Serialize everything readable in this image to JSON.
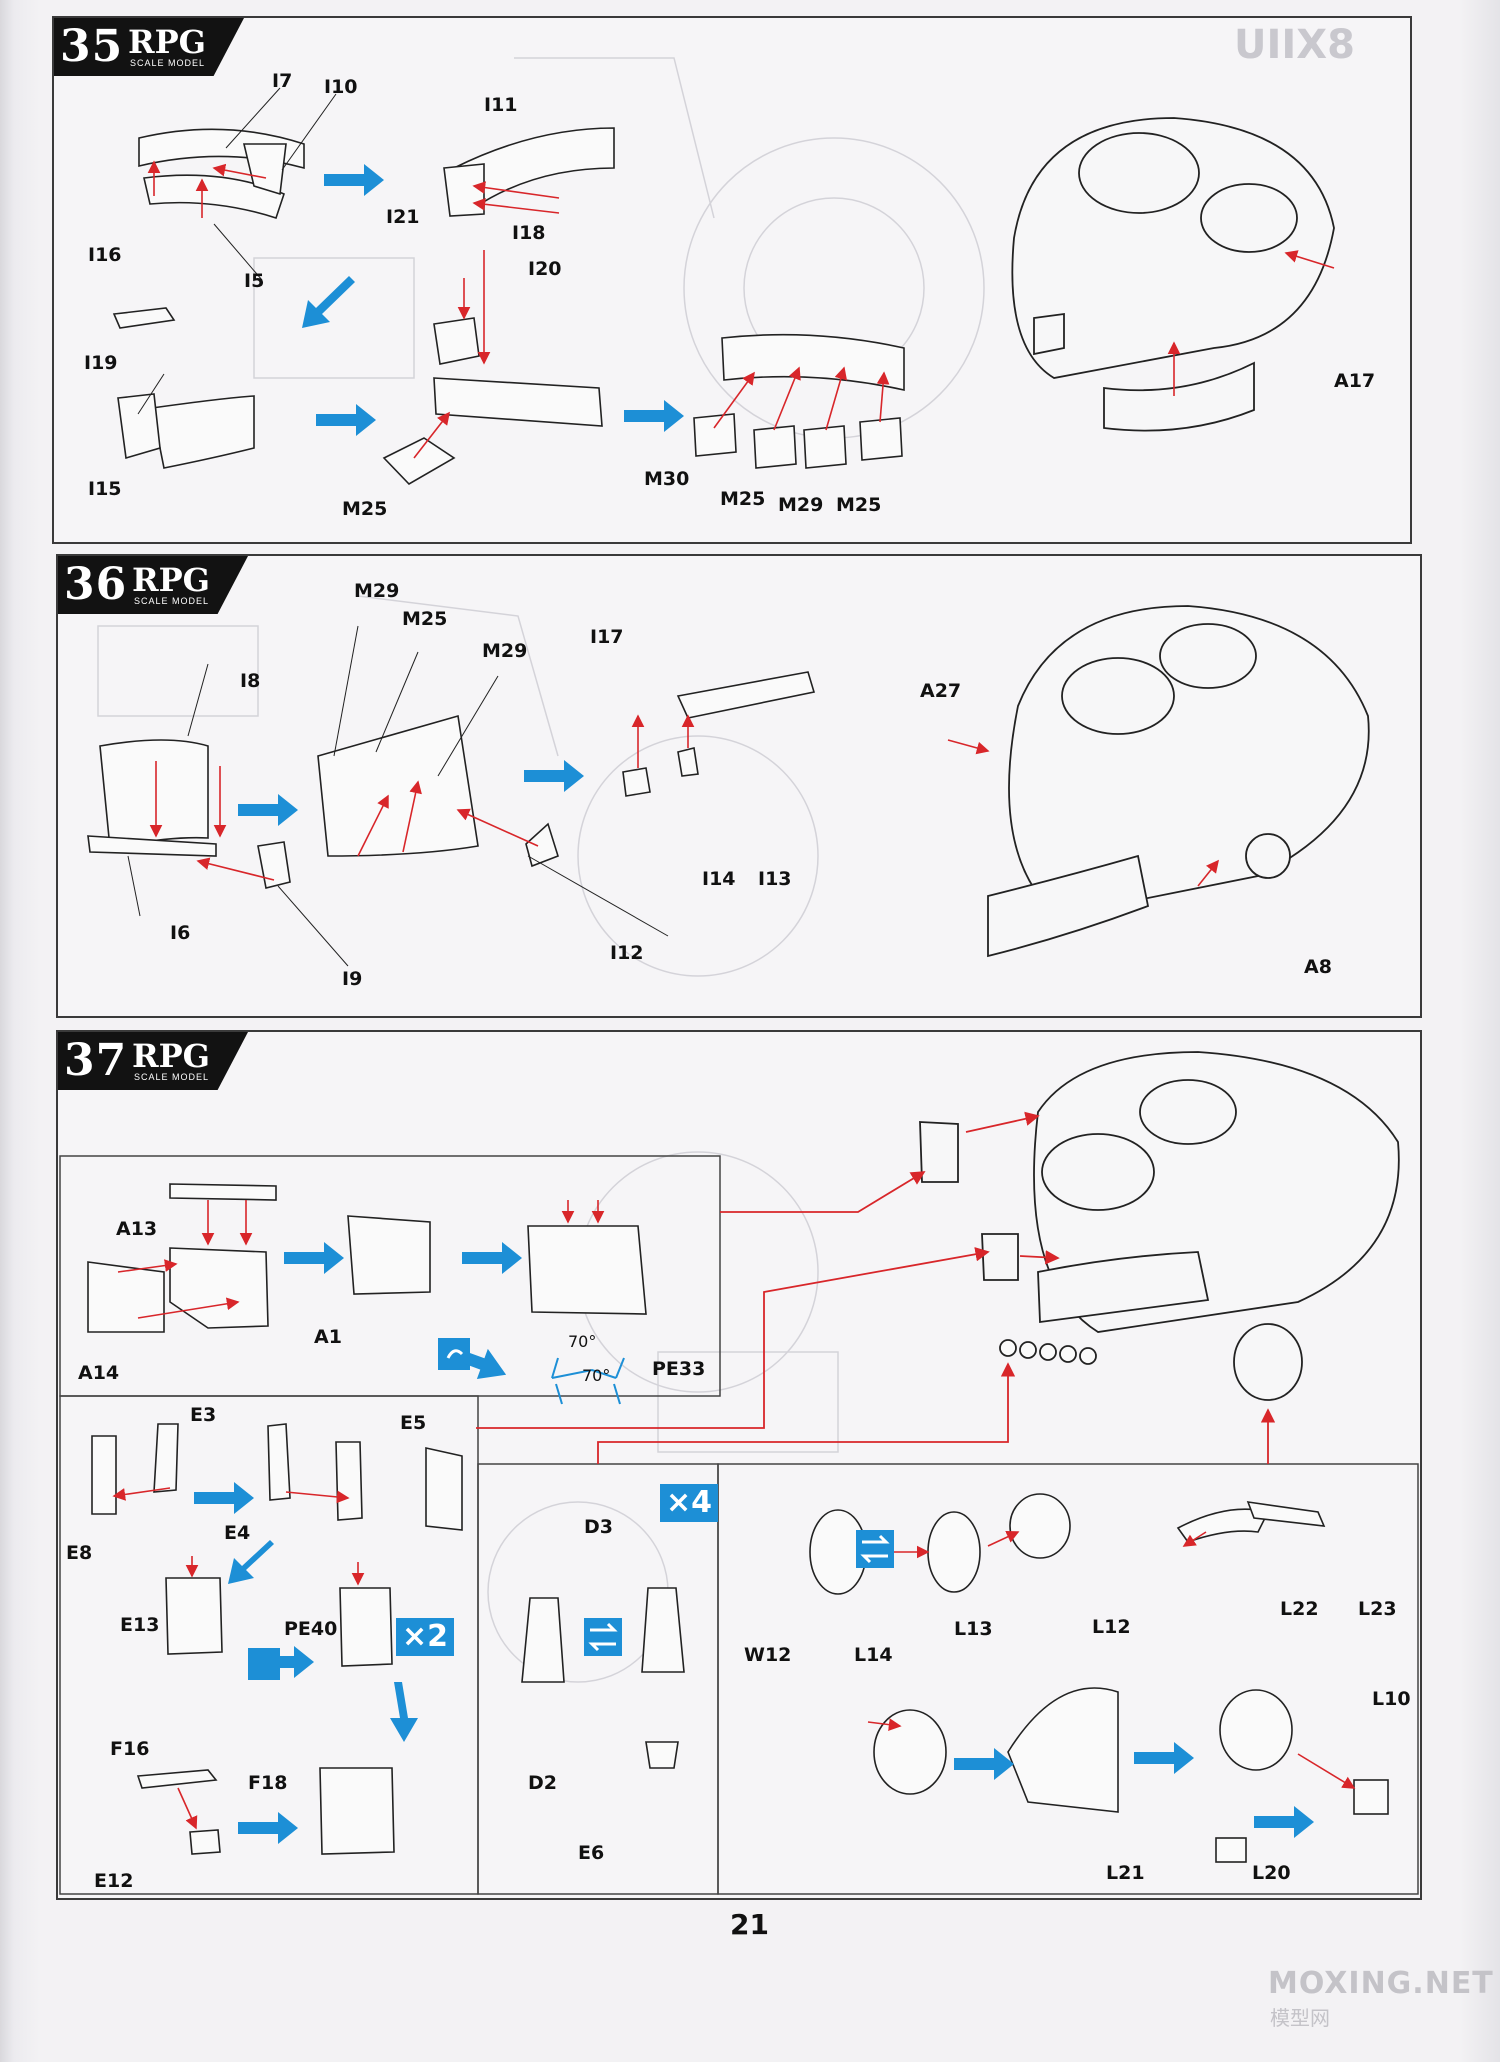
{
  "brand": {
    "logo": "RPG",
    "subtitle": "SCALE MODEL"
  },
  "page_number": "21",
  "watermark": {
    "main": "MOXING.NET",
    "sub": "模型网"
  },
  "colors": {
    "arrow_blue": "#1d8fd6",
    "guide_red": "#d8262a",
    "step_black": "#121212"
  },
  "steps": [
    {
      "number": "35",
      "labels": [
        "I7",
        "I10",
        "I11",
        "I5",
        "I16",
        "I19",
        "I21",
        "I18",
        "I20",
        "I15",
        "M25",
        "M30",
        "M25",
        "M29",
        "M25",
        "A17"
      ]
    },
    {
      "number": "36",
      "labels": [
        "M29",
        "M25",
        "M29",
        "I17",
        "I8",
        "A27",
        "I6",
        "I9",
        "I14",
        "I13",
        "I12",
        "A8"
      ]
    },
    {
      "number": "37",
      "labels": [
        "A13",
        "A1",
        "A14",
        "PE33",
        "70°",
        "70°",
        "E3",
        "E5",
        "E4",
        "E8",
        "E13",
        "PE40",
        "F16",
        "F18",
        "E12",
        "D3",
        "D2",
        "E6",
        "W12",
        "L14",
        "L13",
        "L12",
        "L22",
        "L23",
        "L10",
        "L21",
        "L20"
      ],
      "badges": [
        "×2",
        "×4"
      ]
    }
  ]
}
